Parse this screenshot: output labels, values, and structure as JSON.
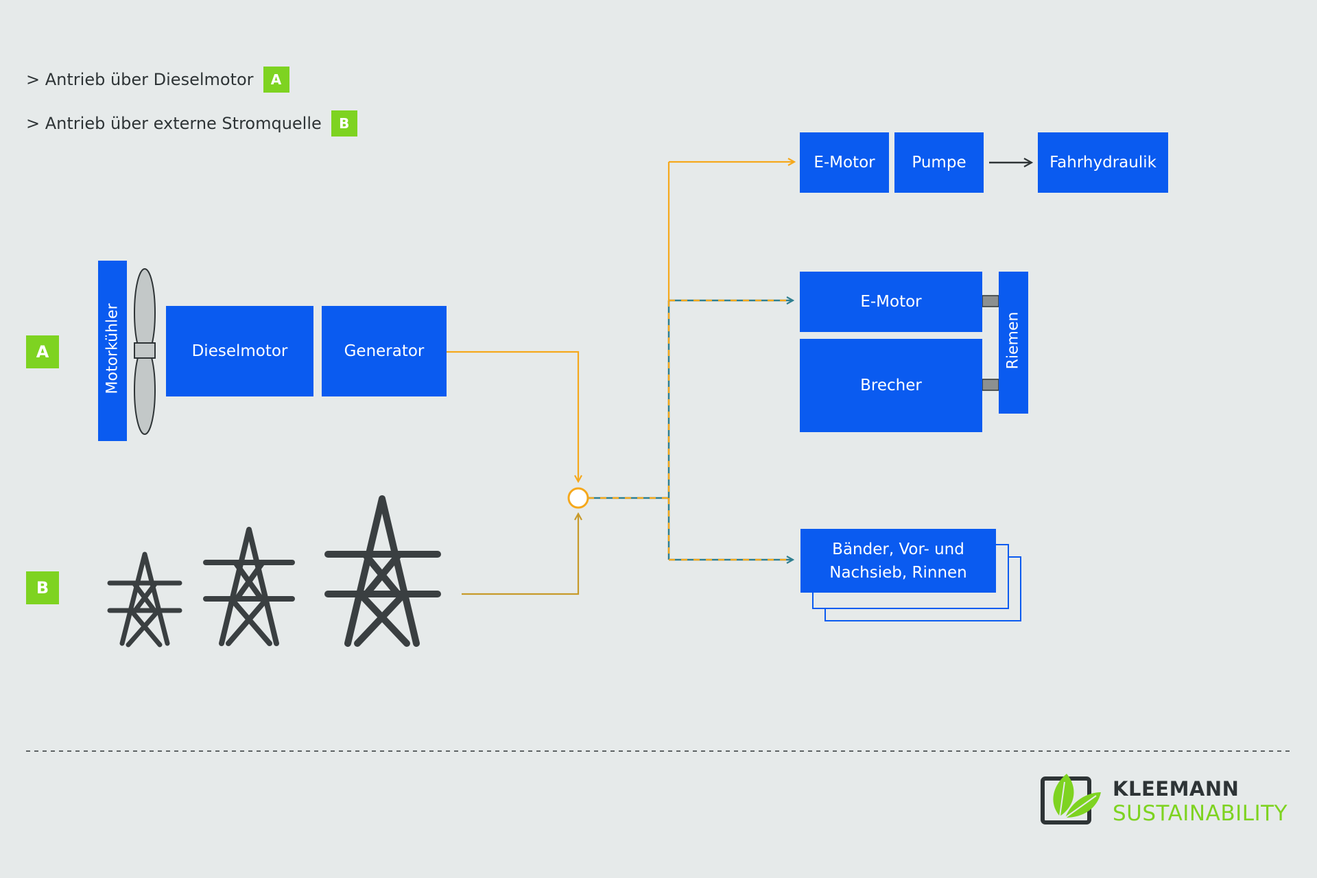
{
  "legend": {
    "items": [
      {
        "text": "> Antrieb über Dieselmotor",
        "tag": "A"
      },
      {
        "text": "> Antrieb über externe Stromquelle",
        "tag": "B"
      }
    ]
  },
  "rows": {
    "a_label": "A",
    "b_label": "B"
  },
  "blocks": {
    "motorkuehler": "Motorkühler",
    "dieselmotor": "Dieselmotor",
    "generator": "Generator",
    "emotor_top": "E-Motor",
    "pumpe": "Pumpe",
    "fahrhydraulik": "Fahrhydraulik",
    "emotor_mid": "E-Motor",
    "brecher": "Brecher",
    "riemen": "Riemen",
    "baender_line1": "Bänder, Vor- und",
    "baender_line2": "Nachsieb, Rinnen"
  },
  "logo": {
    "line1": "KLEEMANN",
    "line2": "SUSTAINABILITY"
  },
  "colors": {
    "background": "#e6eaea",
    "block_blue": "#0a5bf0",
    "tag_green": "#7ed321",
    "line_orange": "#f5a81c",
    "line_dark_gold": "#c79a2a",
    "line_teal": "#2f7f8f",
    "pylon_dark": "#3a3f41"
  }
}
